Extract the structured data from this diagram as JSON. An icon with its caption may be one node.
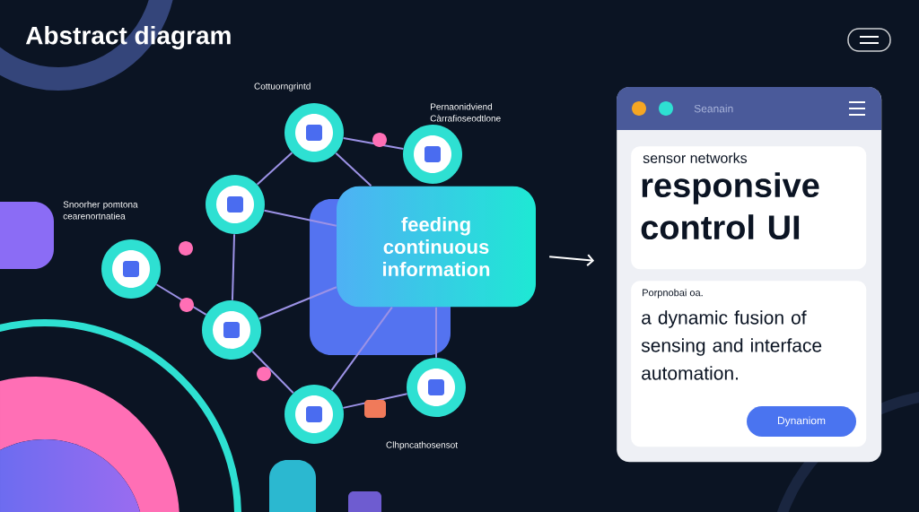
{
  "diagram": {
    "title": "Abstract diagram",
    "nodes": [
      {
        "text": [],
        "shape": "circle",
        "beside": [
          "Cottuorngrintd"
        ]
      },
      {
        "text": [],
        "shape": "circle",
        "beside": [
          "Pernaonidviend Càrrafioseodtlone"
        ]
      },
      {
        "text": [],
        "shape": "circle"
      },
      {
        "text": [],
        "shape": "circle",
        "beside": [
          "Snoorher pomtona cearenortnatiea"
        ]
      },
      {
        "text": [],
        "shape": "circle"
      },
      {
        "text": [],
        "shape": "circle"
      },
      {
        "text": [],
        "shape": "circle",
        "beside": [
          "Clhpncathosensot"
        ]
      },
      {
        "text": [
          "feeding continuous information"
        ]
      },
      {
        "text": [
          "Seanain"
        ]
      },
      {
        "text": [
          "sensor networks",
          "responsive control UI"
        ],
        "in": 8
      },
      {
        "text": [
          "Porpnobai oa.",
          "a dynamic fusion of sensing and interface automation."
        ],
        "in": 8
      },
      {
        "text": [
          "Dynaniom"
        ],
        "in": 10
      }
    ],
    "edges": [
      {
        "from": 2,
        "to": 0,
        "arrow": "none"
      },
      {
        "from": 0,
        "to": 1,
        "arrow": "none"
      },
      {
        "from": 2,
        "to": 4,
        "arrow": "none"
      },
      {
        "from": 3,
        "to": 4,
        "arrow": "none"
      },
      {
        "from": 4,
        "to": 5,
        "arrow": "none"
      },
      {
        "from": 5,
        "to": 6,
        "arrow": "none"
      },
      {
        "from": 0,
        "to": 7,
        "arrow": "none"
      },
      {
        "from": 2,
        "to": 7,
        "arrow": "none"
      },
      {
        "from": 4,
        "to": 7,
        "arrow": "none"
      },
      {
        "from": 5,
        "to": 7,
        "arrow": "none"
      },
      {
        "from": 6,
        "to": 7,
        "arrow": "none"
      },
      {
        "from": 7,
        "to": 8,
        "arrow": "to",
        "color": "#ffffff"
      }
    ]
  }
}
